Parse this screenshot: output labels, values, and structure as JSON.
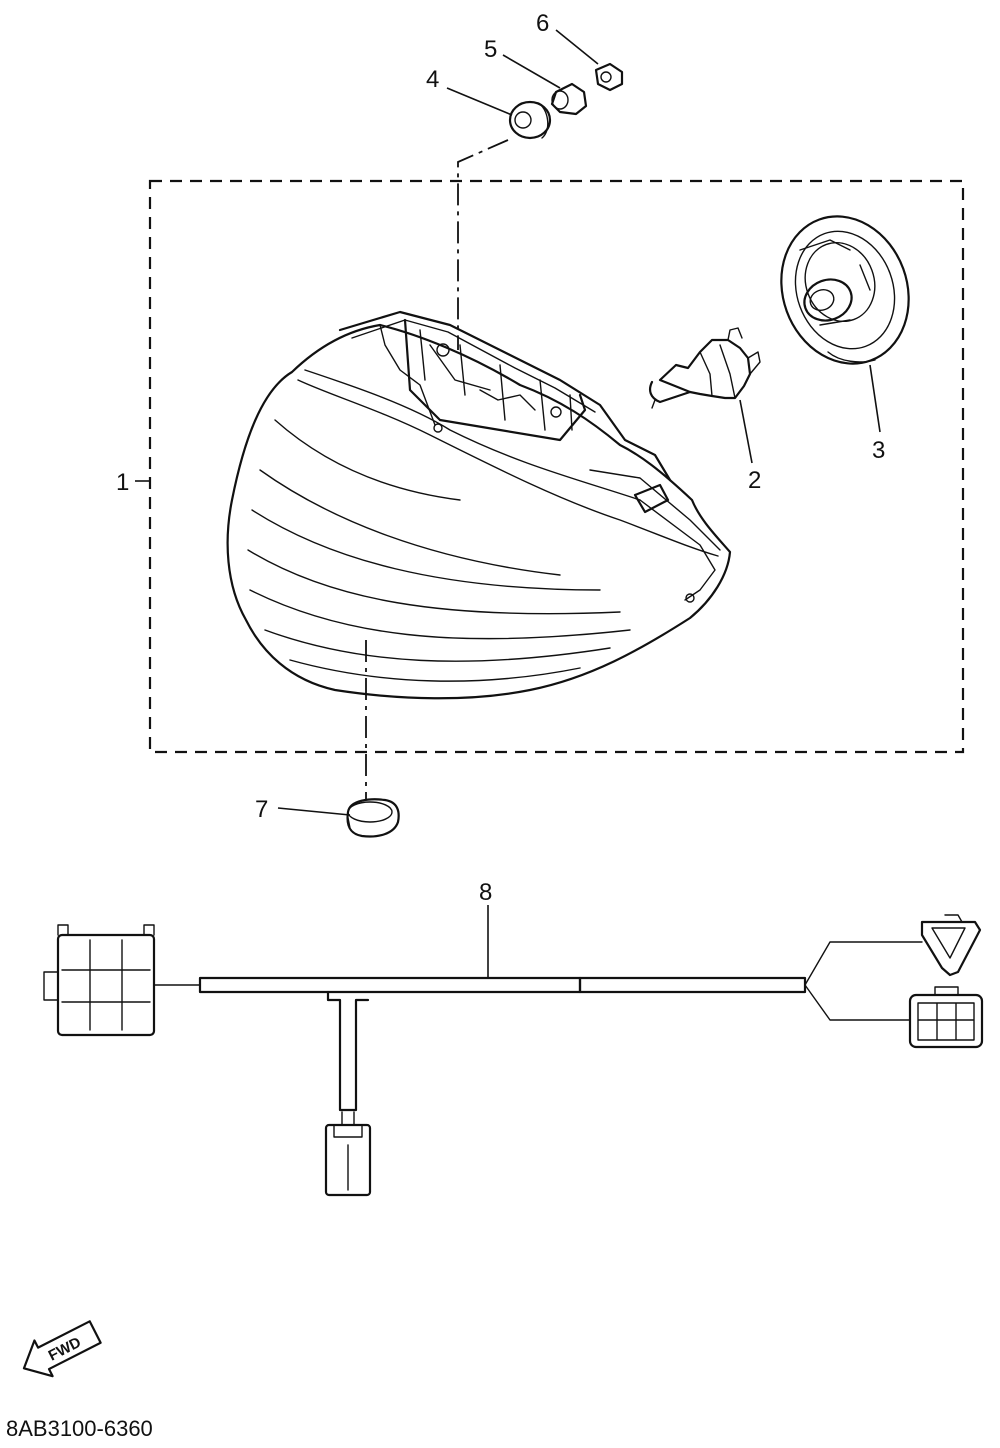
{
  "callouts": [
    {
      "id": "1",
      "label": "1"
    },
    {
      "id": "2",
      "label": "2"
    },
    {
      "id": "3",
      "label": "3"
    },
    {
      "id": "4",
      "label": "4"
    },
    {
      "id": "5",
      "label": "5"
    },
    {
      "id": "6",
      "label": "6"
    },
    {
      "id": "7",
      "label": "7"
    },
    {
      "id": "8",
      "label": "8"
    }
  ],
  "direction_arrow": {
    "label": "FWD",
    "icon": "fwd-arrow-icon"
  },
  "diagram_code": "8AB3100-6360"
}
